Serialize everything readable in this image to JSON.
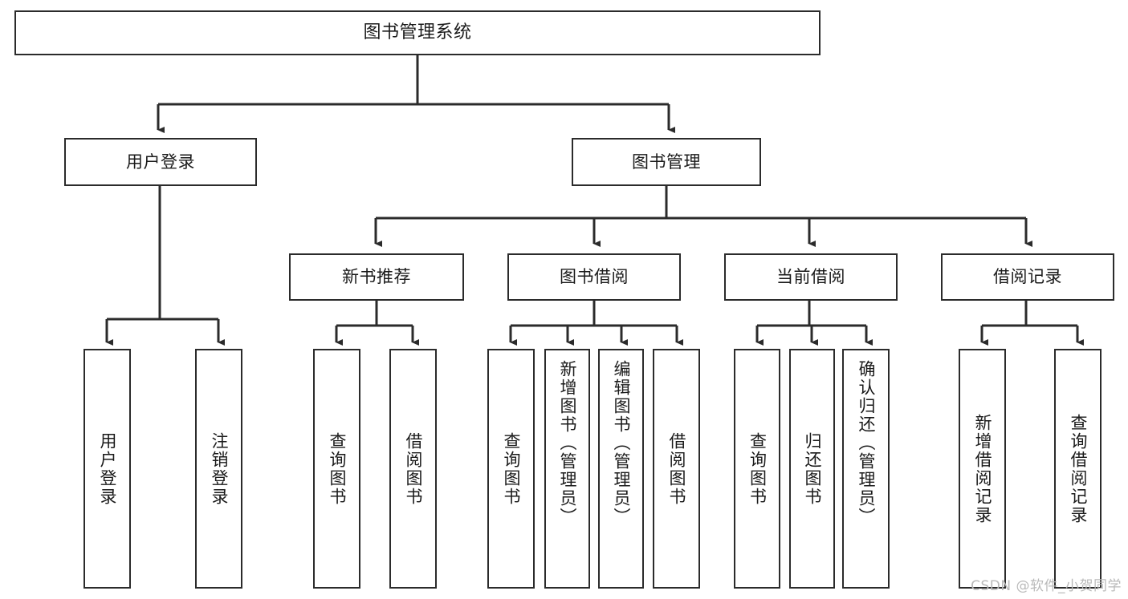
{
  "diagram": {
    "title": "图书管理系统",
    "type": "tree-hierarchy-chart",
    "colors": {
      "box_border": "#2b2b2b",
      "box_fill": "#ffffff",
      "edge": "#2b2b2b",
      "text": "#1a1a1a",
      "watermark": "#b9b9b9",
      "background": "#ffffff"
    },
    "watermark": "CSDN @软件_小贺同学"
  },
  "nodes": {
    "root": {
      "label": "图书管理系统"
    },
    "level1": [
      {
        "id": "user-login",
        "label": "用户登录"
      },
      {
        "id": "book-management",
        "label": "图书管理"
      }
    ],
    "level2": [
      {
        "id": "new-book-recommend",
        "label": "新书推荐"
      },
      {
        "id": "book-borrow",
        "label": "图书借阅"
      },
      {
        "id": "current-borrow",
        "label": "当前借阅"
      },
      {
        "id": "borrow-record",
        "label": "借阅记录"
      }
    ],
    "leaves": [
      {
        "id": "leaf-user-login",
        "label": "用户登录",
        "parent": "user-login"
      },
      {
        "id": "leaf-user-logout",
        "label": "注销登录",
        "parent": "user-login"
      },
      {
        "id": "leaf-query-book-1",
        "label": "查询图书",
        "parent": "new-book-recommend"
      },
      {
        "id": "leaf-borrow-book-1",
        "label": "借阅图书",
        "parent": "new-book-recommend"
      },
      {
        "id": "leaf-query-book-2",
        "label": "查询图书",
        "parent": "book-borrow"
      },
      {
        "id": "leaf-add-book",
        "label": "新增图书（管理员）",
        "parent": "book-borrow"
      },
      {
        "id": "leaf-edit-book",
        "label": "编辑图书（管理员）",
        "parent": "book-borrow"
      },
      {
        "id": "leaf-borrow-book-2",
        "label": "借阅图书",
        "parent": "book-borrow"
      },
      {
        "id": "leaf-query-book-3",
        "label": "查询图书",
        "parent": "current-borrow"
      },
      {
        "id": "leaf-return-book",
        "label": "归还图书",
        "parent": "current-borrow"
      },
      {
        "id": "leaf-confirm-return",
        "label": "确认归还（管理员）",
        "parent": "current-borrow"
      },
      {
        "id": "leaf-add-record",
        "label": "新增借阅记录",
        "parent": "borrow-record"
      },
      {
        "id": "leaf-query-record",
        "label": "查询借阅记录",
        "parent": "borrow-record"
      }
    ]
  }
}
